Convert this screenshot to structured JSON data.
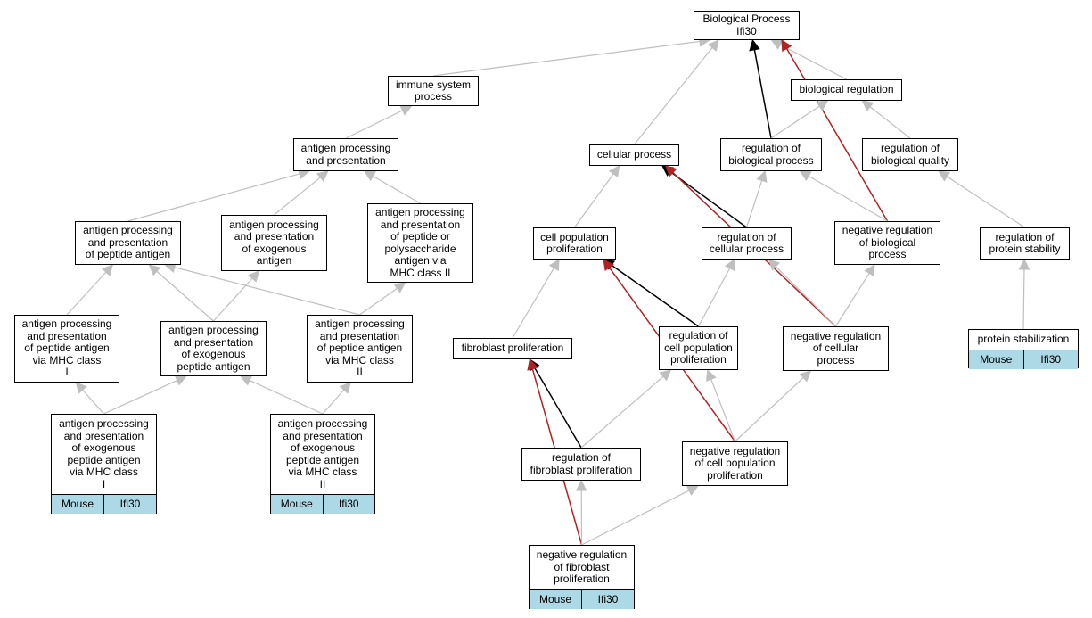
{
  "colors": {
    "is_a": "#bfbfbf",
    "regulates": "#000000",
    "negatively_regulates": "#b22222",
    "annotation": "#add8e6"
  },
  "nodes": {
    "bp": "Biological Process\nIfi30",
    "imm": "immune system\nprocess",
    "biolreg": "biological regulation",
    "app": "antigen processing\nand presentation",
    "cell": "cellular process",
    "rbp": "regulation of\nbiological process",
    "rbq": "regulation of\nbiological quality",
    "appa": "antigen processing\nand presentation\nof peptide antigen",
    "appe": "antigen processing\nand presentation\nof exogenous\nantigen",
    "apps": "antigen processing\nand presentation\nof peptide or\npolysaccharide\nantigen via\nMHC class II",
    "cpp": "cell population\nproliferation",
    "rcp": "regulation of\ncellular process",
    "nrbp": "negative regulation\nof biological\nprocess",
    "rps": "regulation of\nprotein stability",
    "appm1": "antigen processing\nand presentation\nof peptide antigen\nvia MHC class\nI",
    "appep": "antigen processing\nand presentation\nof exogenous\npeptide antigen",
    "appm2": "antigen processing\nand presentation\nof peptide antigen\nvia MHC class\nII",
    "fp": "fibroblast proliferation",
    "rcpp": "regulation of\ncell population\nproliferation",
    "nrcp": "negative regulation\nof cellular\nprocess",
    "ps": "protein stabilization",
    "ape1": "antigen processing\nand presentation\nof exogenous\npeptide antigen\nvia MHC class\nI",
    "ape2": "antigen processing\nand presentation\nof exogenous\npeptide antigen\nvia MHC class\nII",
    "rfp": "regulation of\nfibroblast proliferation",
    "nrcpp": "negative regulation\nof cell population\nproliferation",
    "nrfp": "negative regulation\nof fibroblast\nproliferation"
  },
  "annotations": {
    "ps": {
      "species": "Mouse",
      "gene": "Ifi30"
    },
    "ape1": {
      "species": "Mouse",
      "gene": "Ifi30"
    },
    "ape2": {
      "species": "Mouse",
      "gene": "Ifi30"
    },
    "nrfp": {
      "species": "Mouse",
      "gene": "Ifi30"
    }
  },
  "edges": [
    {
      "from": "imm",
      "to": "bp",
      "type": "is_a"
    },
    {
      "from": "cell",
      "to": "bp",
      "type": "is_a"
    },
    {
      "from": "rbp",
      "to": "bp",
      "type": "regulates"
    },
    {
      "from": "biolreg",
      "to": "bp",
      "type": "is_a"
    },
    {
      "from": "nrbp",
      "to": "bp",
      "type": "negatively_regulates"
    },
    {
      "from": "app",
      "to": "imm",
      "type": "is_a"
    },
    {
      "from": "rbp",
      "to": "biolreg",
      "type": "is_a"
    },
    {
      "from": "rbq",
      "to": "biolreg",
      "type": "is_a"
    },
    {
      "from": "appa",
      "to": "app",
      "type": "is_a"
    },
    {
      "from": "appe",
      "to": "app",
      "type": "is_a"
    },
    {
      "from": "apps",
      "to": "app",
      "type": "is_a"
    },
    {
      "from": "cpp",
      "to": "cell",
      "type": "is_a"
    },
    {
      "from": "rcp",
      "to": "cell",
      "type": "regulates"
    },
    {
      "from": "nrcp",
      "to": "cell",
      "type": "negatively_regulates"
    },
    {
      "from": "rcp",
      "to": "rbp",
      "type": "is_a"
    },
    {
      "from": "nrbp",
      "to": "rbp",
      "type": "is_a"
    },
    {
      "from": "rps",
      "to": "rbq",
      "type": "is_a"
    },
    {
      "from": "appm1",
      "to": "appa",
      "type": "is_a"
    },
    {
      "from": "appep",
      "to": "appa",
      "type": "is_a"
    },
    {
      "from": "appm2",
      "to": "appa",
      "type": "is_a"
    },
    {
      "from": "appep",
      "to": "appe",
      "type": "is_a"
    },
    {
      "from": "appm2",
      "to": "apps",
      "type": "is_a"
    },
    {
      "from": "fp",
      "to": "cpp",
      "type": "is_a"
    },
    {
      "from": "rcpp",
      "to": "cpp",
      "type": "regulates"
    },
    {
      "from": "nrcpp",
      "to": "cpp",
      "type": "negatively_regulates"
    },
    {
      "from": "rcpp",
      "to": "rcp",
      "type": "is_a"
    },
    {
      "from": "nrcp",
      "to": "rcp",
      "type": "is_a"
    },
    {
      "from": "nrcp",
      "to": "nrbp",
      "type": "is_a"
    },
    {
      "from": "ps",
      "to": "rps",
      "type": "is_a"
    },
    {
      "from": "ape1",
      "to": "appm1",
      "type": "is_a"
    },
    {
      "from": "ape1",
      "to": "appep",
      "type": "is_a"
    },
    {
      "from": "ape2",
      "to": "appep",
      "type": "is_a"
    },
    {
      "from": "ape2",
      "to": "appm2",
      "type": "is_a"
    },
    {
      "from": "rfp",
      "to": "fp",
      "type": "regulates"
    },
    {
      "from": "nrfp",
      "to": "fp",
      "type": "negatively_regulates"
    },
    {
      "from": "rfp",
      "to": "rcpp",
      "type": "is_a"
    },
    {
      "from": "nrcpp",
      "to": "rcpp",
      "type": "is_a"
    },
    {
      "from": "nrcpp",
      "to": "nrcp",
      "type": "is_a"
    },
    {
      "from": "nrfp",
      "to": "rfp",
      "type": "is_a"
    },
    {
      "from": "nrfp",
      "to": "nrcpp",
      "type": "is_a"
    }
  ]
}
